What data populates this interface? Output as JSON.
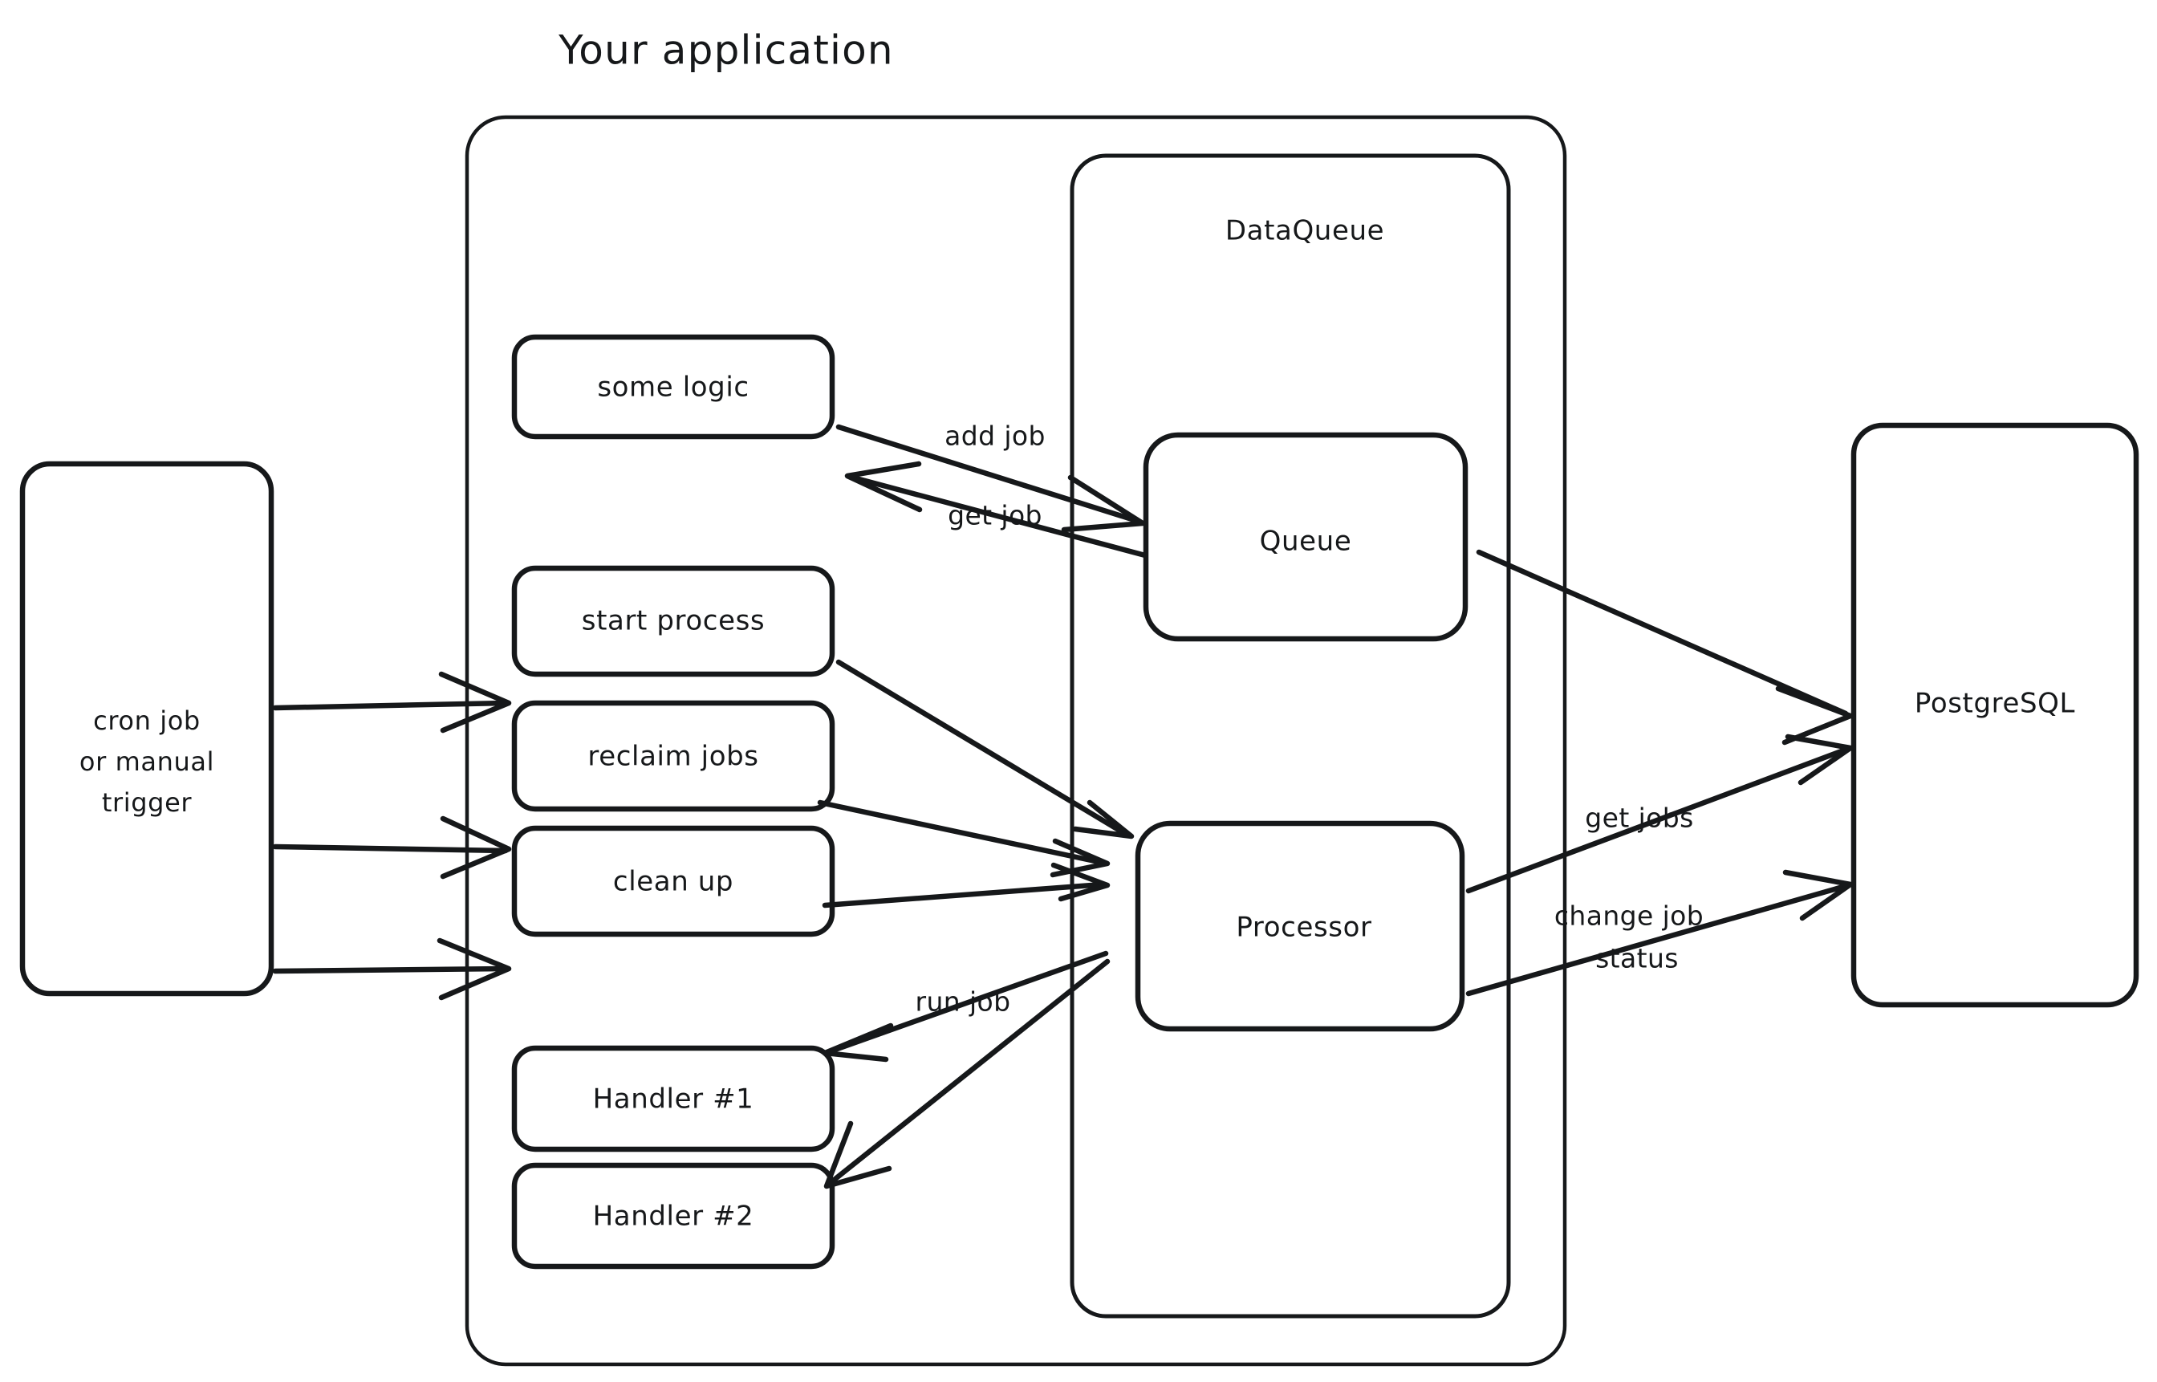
{
  "diagram": {
    "title": "Your application",
    "groups": [
      {
        "id": "app",
        "label": "Your application"
      },
      {
        "id": "dataqueue",
        "label": "DataQueue"
      }
    ],
    "nodes": [
      {
        "id": "cron",
        "label_line1": "cron job",
        "label_line2": "or manual",
        "label_line3": "trigger"
      },
      {
        "id": "some-logic",
        "label": "some logic"
      },
      {
        "id": "start-process",
        "label": "start process"
      },
      {
        "id": "reclaim-jobs",
        "label": "reclaim jobs"
      },
      {
        "id": "clean-up",
        "label": "clean up"
      },
      {
        "id": "handler-1",
        "label": "Handler #1"
      },
      {
        "id": "handler-2",
        "label": "Handler #2"
      },
      {
        "id": "queue",
        "label": "Queue"
      },
      {
        "id": "processor",
        "label": "Processor"
      },
      {
        "id": "postgresql",
        "label": "PostgreSQL"
      }
    ],
    "edges": [
      {
        "id": "add-job",
        "label": "add job",
        "from": "some-logic",
        "to": "queue"
      },
      {
        "id": "get-job",
        "label": "get job",
        "from": "queue",
        "to": "some-logic"
      },
      {
        "id": "run-job",
        "label": "run job",
        "from": "processor",
        "to": "handler-1"
      },
      {
        "id": "run-job-2",
        "label": "",
        "from": "processor",
        "to": "handler-2"
      },
      {
        "id": "get-jobs",
        "label": "get jobs",
        "from": "processor",
        "to": "postgresql"
      },
      {
        "id": "change-job-status",
        "label_line1": "change job",
        "label_line2": "status",
        "from": "processor",
        "to": "postgresql"
      },
      {
        "id": "queue-to-db",
        "label": "",
        "from": "queue",
        "to": "postgresql"
      },
      {
        "id": "cron-to-start",
        "label": "",
        "from": "cron",
        "to": "start-process"
      },
      {
        "id": "cron-to-reclaim",
        "label": "",
        "from": "cron",
        "to": "reclaim-jobs"
      },
      {
        "id": "cron-to-cleanup",
        "label": "",
        "from": "cron",
        "to": "clean-up"
      },
      {
        "id": "start-to-processor",
        "label": "",
        "from": "start-process",
        "to": "processor"
      },
      {
        "id": "reclaim-to-processor",
        "label": "",
        "from": "reclaim-jobs",
        "to": "processor"
      },
      {
        "id": "cleanup-to-processor",
        "label": "",
        "from": "clean-up",
        "to": "processor"
      }
    ],
    "colors": {
      "stroke": "#16181a",
      "background": "#ffffff",
      "text": "#16181a"
    }
  }
}
